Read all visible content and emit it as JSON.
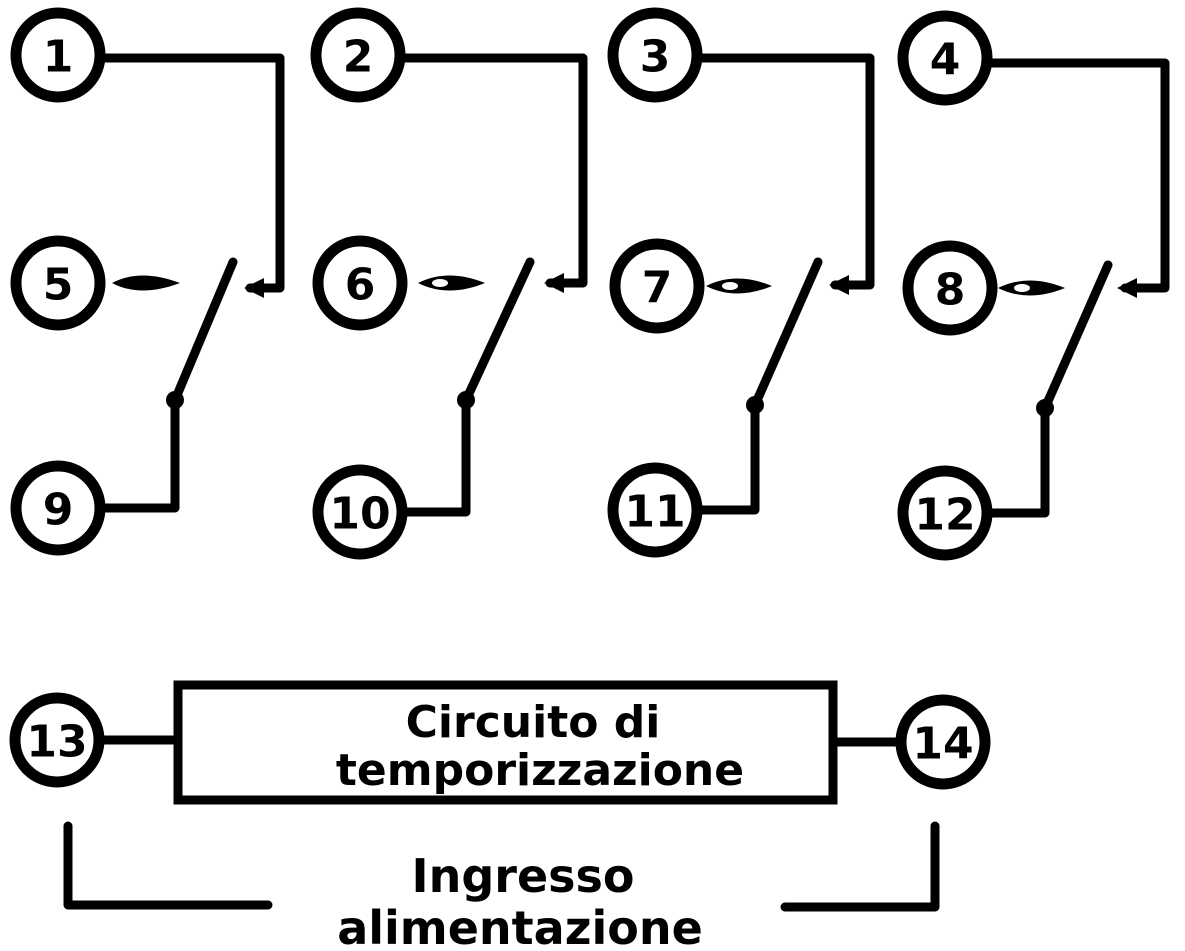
{
  "relays": [
    {
      "common": "1",
      "nc": "5",
      "no": "9"
    },
    {
      "common": "2",
      "nc": "6",
      "no": "10"
    },
    {
      "common": "3",
      "nc": "7",
      "no": "11"
    },
    {
      "common": "4",
      "nc": "8",
      "no": "12"
    }
  ],
  "power": {
    "left_terminal": "13",
    "right_terminal": "14",
    "circuit_box": {
      "line1": "Circuito di",
      "line2": "temporizzazione"
    },
    "input_label": {
      "line1": "Ingresso",
      "line2": "alimentazione"
    }
  },
  "colors": {
    "ink": "#000000",
    "background": "#ffffff"
  }
}
